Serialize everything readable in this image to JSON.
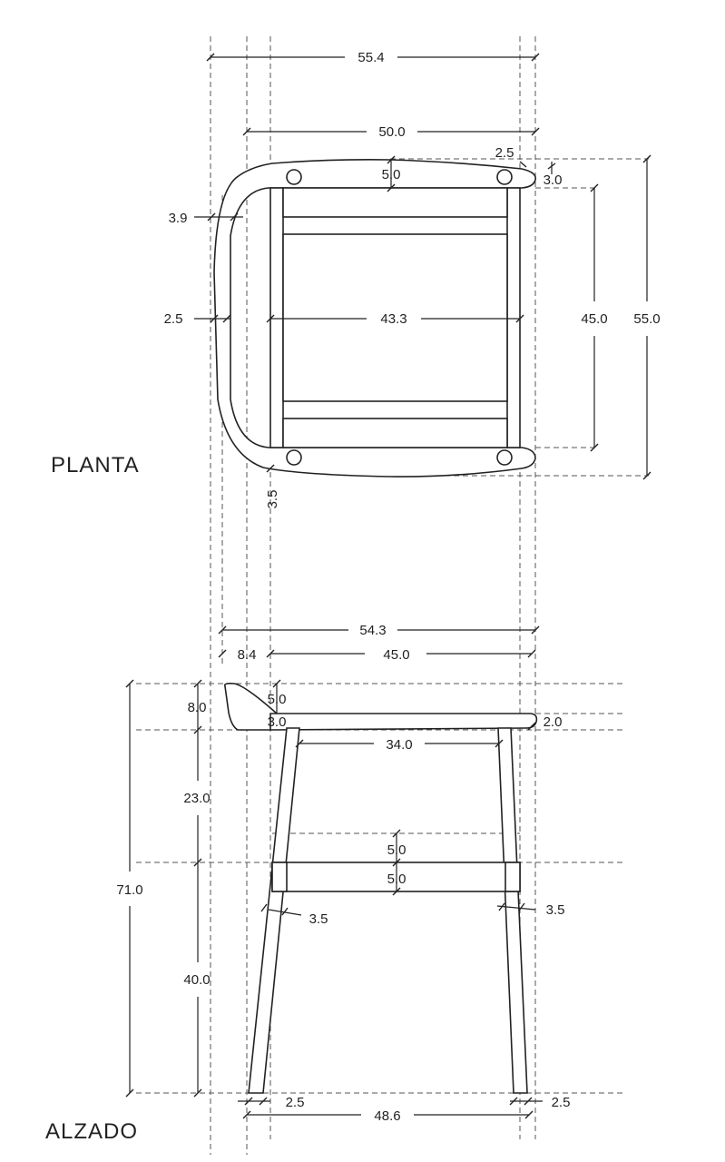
{
  "views": {
    "plan": {
      "title": "PLANTA"
    },
    "elevation": {
      "title": "ALZADO"
    }
  },
  "plan_dims": {
    "overall_width": "55.4",
    "seat_width": "50.0",
    "rail_offset": "2.5",
    "rail_end": "3.0",
    "back_thickness": "5.0",
    "back_outer": "3.9",
    "back_inner": "2.5",
    "inner_width": "43.3",
    "inner_depth": "45.0",
    "overall_depth": "55.0",
    "leg_offset": "3.5"
  },
  "elevation_dims": {
    "overall_width": "54.3",
    "back_overhang": "8.4",
    "seat_depth": "45.0",
    "back_height": "8.0",
    "seat_top": "5.0",
    "seat_bottom": "3.0",
    "seat_front": "2.0",
    "leg_span_top": "34.0",
    "upper_leg": "23.0",
    "stretcher_top": "5.0",
    "stretcher_bottom": "5.0",
    "total_height": "71.0",
    "lower_leg": "40.0",
    "leg_left": "3.5",
    "leg_right": "3.5",
    "foot_left": "2.5",
    "foot_right": "2.5",
    "base_width": "48.6"
  }
}
